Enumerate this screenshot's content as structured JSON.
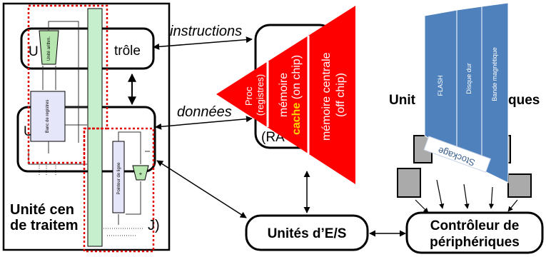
{
  "cpu": {
    "title_line1": "Unité cen",
    "title_line2": "de traitem",
    "title_tail": "J)"
  },
  "control": {
    "label": "trôle",
    "label_left": "U"
  },
  "datapath": {
    "label": "U",
    "alu_label": "Unité arithm.",
    "registers_label": "Banc de registres",
    "pc_label": "Pointeur de ligne",
    "adder_label": "+"
  },
  "memory": {
    "box_label": "(RA",
    "pyramid": [
      "Proc (registres)",
      "mémoire cache (on chip)",
      "mémoire centrale (off chip)"
    ],
    "pyramid_level1_line1": "Proc",
    "pyramid_level1_line2": "(registres)",
    "pyramid_level2_line1": "mémoire",
    "pyramid_level2_highlight": "cache",
    "pyramid_level2_suffix": " (on chip)",
    "pyramid_level3_line1": "mémoire centrale",
    "pyramid_level3_line2": "(off chip)"
  },
  "links": {
    "instructions": "instructions",
    "donnees": "données"
  },
  "peripherals": {
    "title_start": "Unit",
    "title_end": "ques",
    "storage": [
      "FLASH",
      "Disque dur",
      "Bande magnétique"
    ],
    "storage_label": "Stockage"
  },
  "io": {
    "label": "Unités d’E/S"
  },
  "controller": {
    "line1": "Contrôleur de",
    "line2": "périphériques"
  },
  "colors": {
    "pyramid_red": "#ff0000",
    "cache_yellow": "#ffd700",
    "storage_blue": "#4f81bd",
    "bus_green": "#c6efce",
    "alu_green": "#b8e6b0",
    "reg_lavender": "#e6e6fa",
    "dotted_red": "#e00000"
  }
}
